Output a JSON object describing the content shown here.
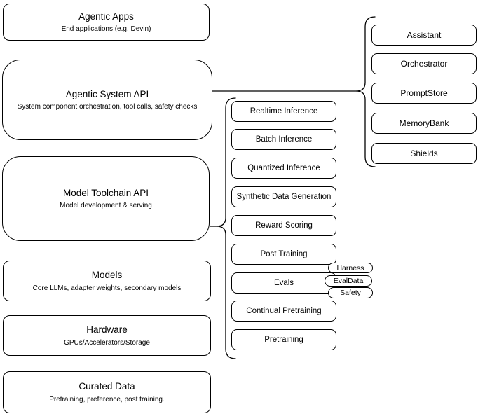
{
  "diagram": {
    "left_stack": [
      {
        "title": "Agentic Apps",
        "subtitle": "End applications (e.g. Devin)"
      },
      {
        "title": "Agentic System API",
        "subtitle": "System component orchestration, tool calls, safety checks"
      },
      {
        "title": "Model Toolchain API",
        "subtitle": "Model development & serving"
      },
      {
        "title": "Models",
        "subtitle": "Core LLMs, adapter weights, secondary models"
      },
      {
        "title": "Hardware",
        "subtitle": "GPUs/Accelerators/Storage"
      },
      {
        "title": "Curated Data",
        "subtitle": "Pretraining, preference, post training."
      }
    ],
    "toolchain_items": [
      "Realtime Inference",
      "Batch Inference",
      "Quantized Inference",
      "Synthetic Data Generation",
      "Reward Scoring",
      "Post Training",
      "Evals",
      "Continual Pretraining",
      "Pretraining"
    ],
    "evals_tags": [
      "Harness",
      "EvalData",
      "Safety"
    ],
    "system_components": [
      "Assistant",
      "Orchestrator",
      "PromptStore",
      "MemoryBank",
      "Shields"
    ],
    "colors": {
      "stroke": "#000000",
      "fill": "#ffffff"
    }
  }
}
